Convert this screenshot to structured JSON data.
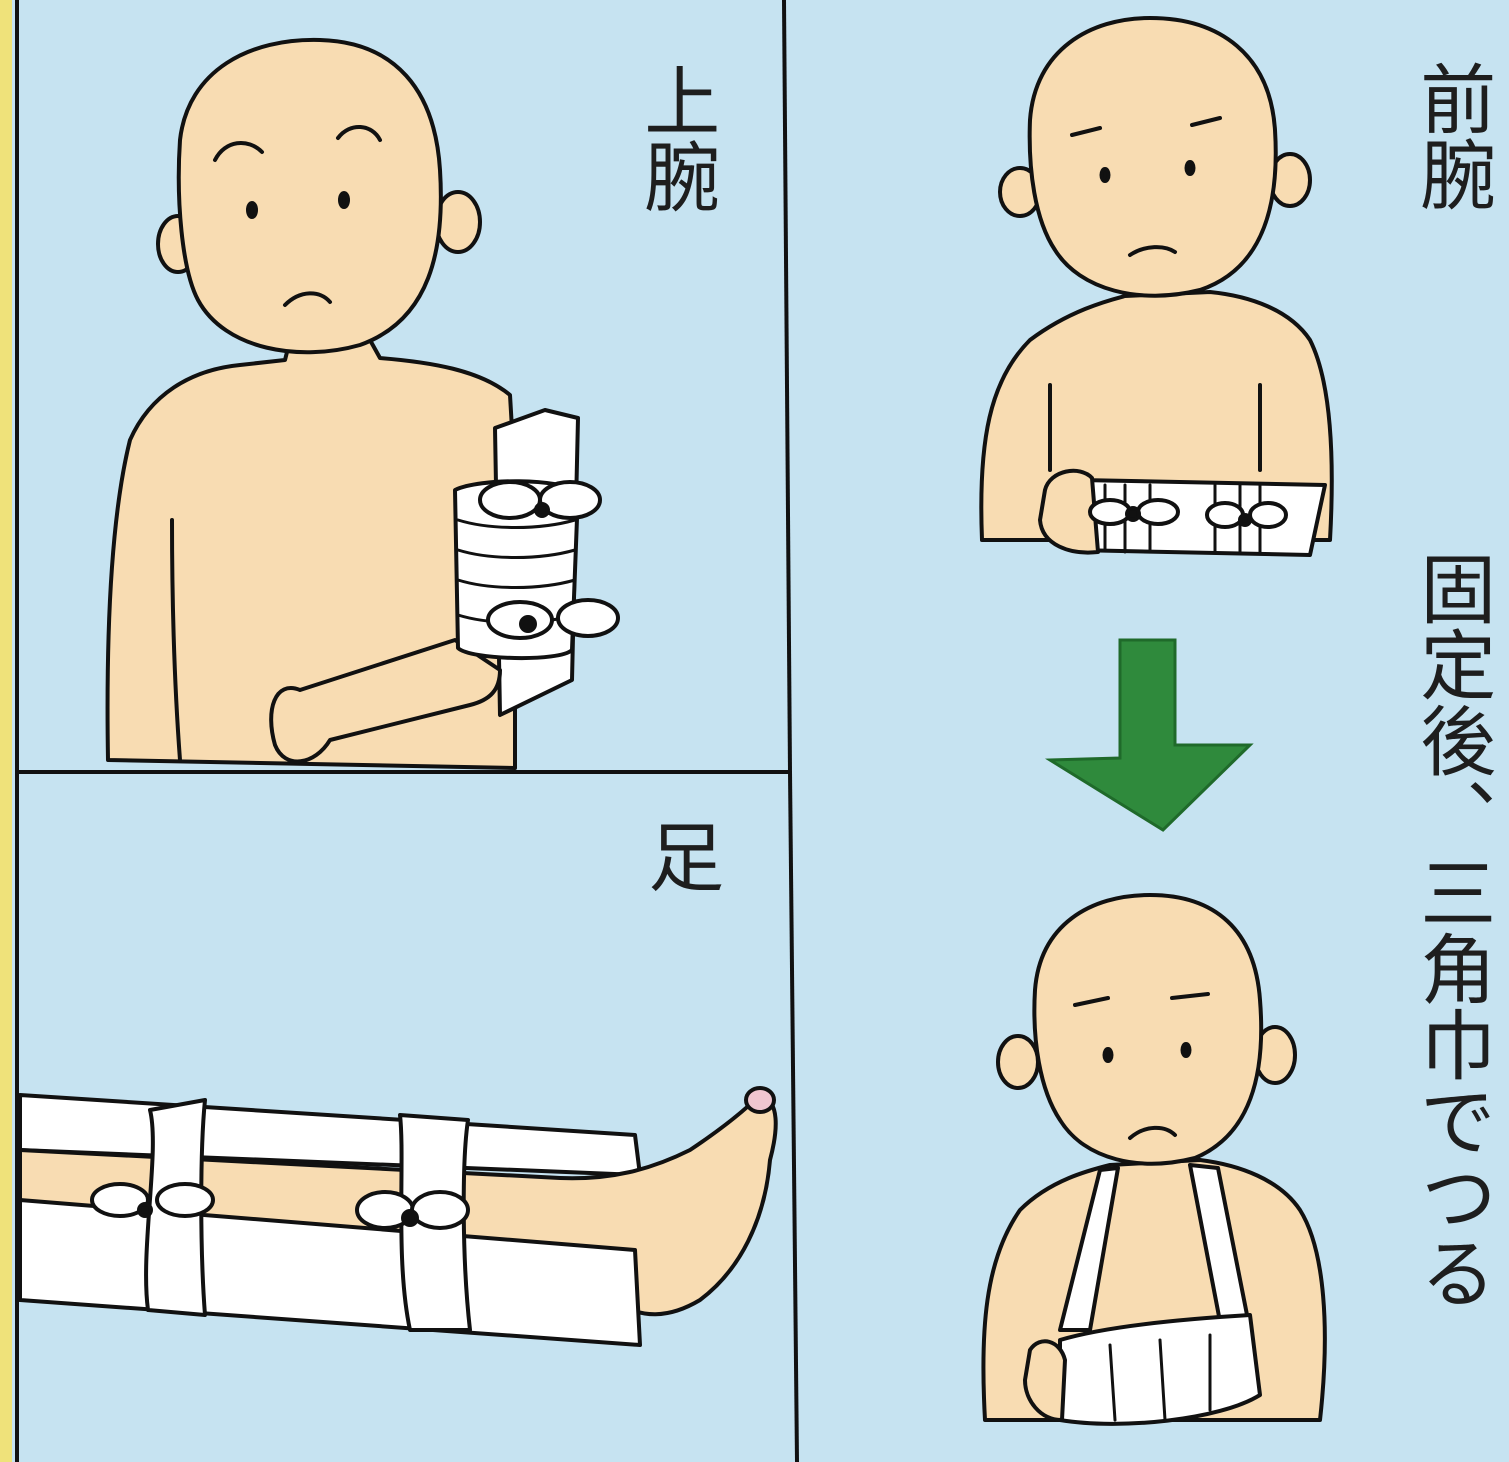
{
  "labels": {
    "upper_arm": "上腕",
    "leg": "足",
    "forearm": "前腕",
    "sling_instruction": "固定後、三角巾でつる"
  },
  "colors": {
    "background": "#c6e3f1",
    "skin": "#f8dcb2",
    "bandage": "#ffffff",
    "arrow": "#2f8a3c",
    "line": "#111111",
    "left_strip": "#efe27a"
  }
}
